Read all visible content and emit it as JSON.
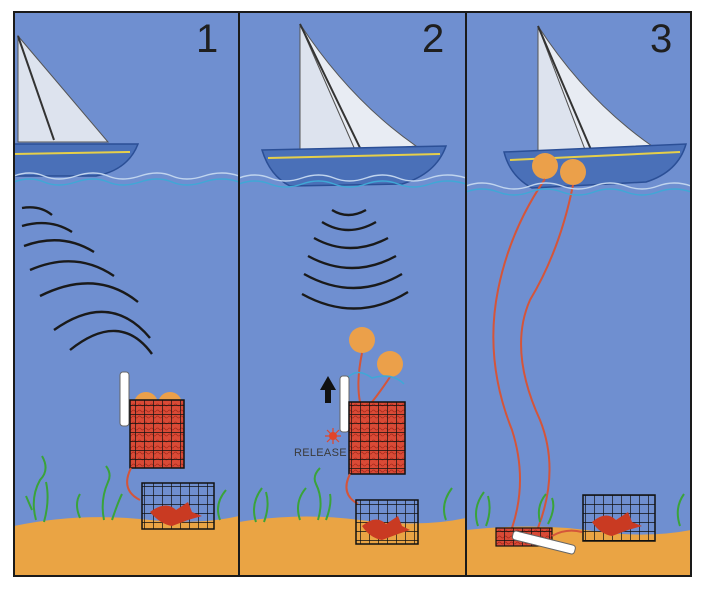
{
  "panels": [
    {
      "number": "1"
    },
    {
      "number": "2",
      "label": "RELEASE"
    },
    {
      "number": "3"
    }
  ],
  "colors": {
    "water": "#6f8fd0",
    "sand": "#eaa444",
    "hull": "#4a70b8",
    "hull_stripe": "#e6cf4a",
    "sail": "#dde3ee",
    "float": "#eba04a",
    "trap_fill": "#d94a36",
    "lobster": "#c93a22",
    "seaweed": "#3aa33a",
    "rope": "#d4553a",
    "border": "#1a1a1a",
    "release_flash": "#e2452a",
    "bubble_line": "#3fa8d6"
  },
  "icons": [
    "sailboat-icon",
    "sonar-wave-icon",
    "float-buoy-icon",
    "acoustic-release-icon",
    "lobster-trap-icon",
    "lobster-icon",
    "seaweed-icon",
    "up-arrow-icon",
    "release-flash-icon"
  ]
}
